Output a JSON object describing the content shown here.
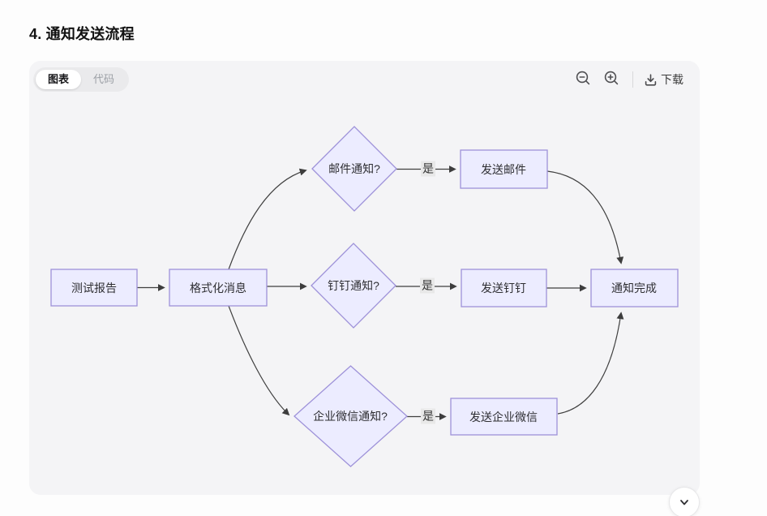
{
  "page": {
    "title": "4. 通知发送流程"
  },
  "viewer": {
    "tabs": [
      {
        "label": "图表",
        "active": true
      },
      {
        "label": "代码",
        "active": false
      }
    ],
    "toolbar": {
      "zoom_out_icon": "magnifier-minus",
      "zoom_in_icon": "magnifier-plus",
      "download_icon": "download-tray",
      "download_label": "下载"
    },
    "scroll_down_icon": "chevron-down"
  },
  "diagram": {
    "type": "flowchart-LR",
    "colors": {
      "node_fill": "#ECECFF",
      "node_stroke": "#9E92D9",
      "edge": "#3F3F3F",
      "edge_label_bg": "#E8E8E8",
      "canvas_bg": "#F4F4F6"
    },
    "nodes": [
      {
        "id": "A",
        "label": "测试报告",
        "shape": "rect"
      },
      {
        "id": "B",
        "label": "格式化消息",
        "shape": "rect"
      },
      {
        "id": "C",
        "label": "邮件通知?",
        "shape": "diamond"
      },
      {
        "id": "D",
        "label": "钉钉通知?",
        "shape": "diamond"
      },
      {
        "id": "E",
        "label": "企业微信通知?",
        "shape": "diamond"
      },
      {
        "id": "F",
        "label": "发送邮件",
        "shape": "rect"
      },
      {
        "id": "G",
        "label": "发送钉钉",
        "shape": "rect"
      },
      {
        "id": "H",
        "label": "发送企业微信",
        "shape": "rect"
      },
      {
        "id": "I",
        "label": "通知完成",
        "shape": "rect"
      }
    ],
    "edges": [
      {
        "from": "A",
        "to": "B",
        "label": ""
      },
      {
        "from": "B",
        "to": "C",
        "label": ""
      },
      {
        "from": "B",
        "to": "D",
        "label": ""
      },
      {
        "from": "B",
        "to": "E",
        "label": ""
      },
      {
        "from": "C",
        "to": "F",
        "label": "是"
      },
      {
        "from": "D",
        "to": "G",
        "label": "是"
      },
      {
        "from": "E",
        "to": "H",
        "label": "是"
      },
      {
        "from": "F",
        "to": "I",
        "label": ""
      },
      {
        "from": "G",
        "to": "I",
        "label": ""
      },
      {
        "from": "H",
        "to": "I",
        "label": ""
      }
    ]
  }
}
